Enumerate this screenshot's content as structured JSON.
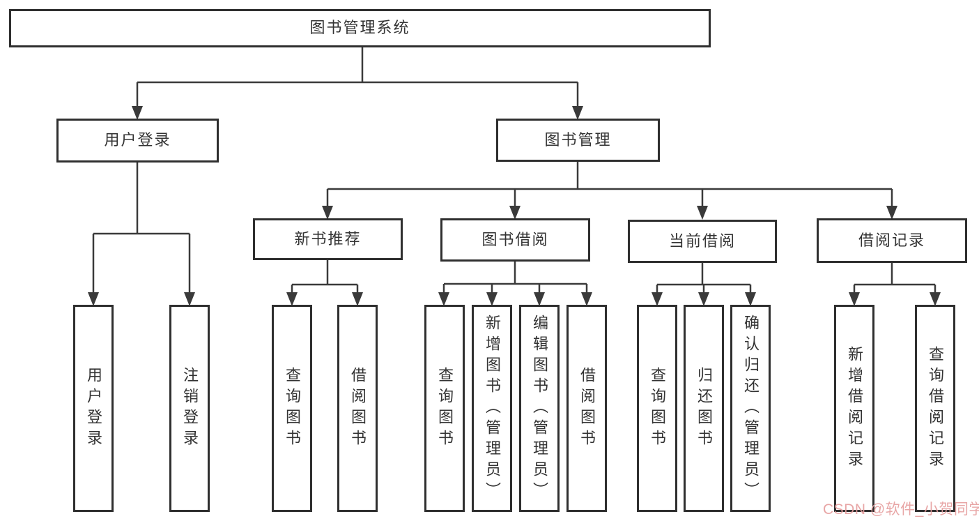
{
  "diagram": {
    "type": "hierarchy-tree",
    "title": "图书管理系统",
    "structure": {
      "图书管理系统": {
        "用户登录": [
          "用户登录",
          "注销登录"
        ],
        "图书管理": {
          "新书推荐": [
            "查询图书",
            "借阅图书"
          ],
          "图书借阅": [
            "查询图书",
            "新增图书（管理员）",
            "编辑图书（管理员）",
            "借阅图书"
          ],
          "当前借阅": [
            "查询图书",
            "归还图书",
            "确认归还（管理员）"
          ],
          "借阅记录": [
            "新增借阅记录",
            "查询借阅记录"
          ]
        }
      }
    }
  },
  "nodes": {
    "root": {
      "label": "图书管理系统"
    },
    "user_login": {
      "label": "用户登录"
    },
    "book_mgmt": {
      "label": "图书管理"
    },
    "new_book_rec": {
      "label": "新书推荐"
    },
    "book_borrow": {
      "label": "图书借阅"
    },
    "current_borrow": {
      "label": "当前借阅"
    },
    "borrow_record": {
      "label": "借阅记录"
    },
    "leaf_user_login": {
      "label": "用户登录"
    },
    "leaf_logout": {
      "label": "注销登录"
    },
    "leaf_query_book_1": {
      "label": "查询图书"
    },
    "leaf_borrow_book_1": {
      "label": "借阅图书"
    },
    "leaf_query_book_2": {
      "label": "查询图书"
    },
    "leaf_add_book": {
      "label": "新增图书（管理员）"
    },
    "leaf_edit_book": {
      "label": "编辑图书（管理员）"
    },
    "leaf_borrow_book_2": {
      "label": "借阅图书"
    },
    "leaf_query_book_3": {
      "label": "查询图书"
    },
    "leaf_return_book": {
      "label": "归还图书"
    },
    "leaf_confirm_return": {
      "label": "确认归还（管理员）"
    },
    "leaf_add_record": {
      "label": "新增借阅记录"
    },
    "leaf_query_record": {
      "label": "查询借阅记录"
    }
  },
  "watermark": {
    "text": "CSDN @软件_小贺同学"
  },
  "colors": {
    "line": "#3a3a3a",
    "border": "#2f2f2f",
    "text": "#333333",
    "watermark": "#e79f9f",
    "background": "#ffffff"
  }
}
